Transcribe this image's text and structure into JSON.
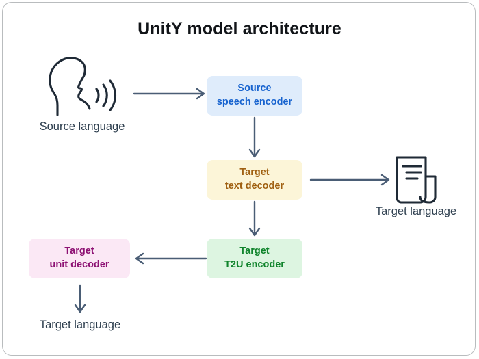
{
  "title": "UnitY model architecture",
  "nodes": {
    "source_speech_encoder": {
      "line1": "Source",
      "line2": "speech encoder",
      "color": "#1763cf",
      "fill": "#dfecfb"
    },
    "target_text_decoder": {
      "line1": "Target",
      "line2": "text decoder",
      "color": "#a06012",
      "fill": "#fcf5d8"
    },
    "target_t2u_encoder": {
      "line1": "Target",
      "line2": "T2U encoder",
      "color": "#10842c",
      "fill": "#ddf5e1"
    },
    "target_unit_decoder": {
      "line1": "Target",
      "line2": "unit decoder",
      "color": "#8d1173",
      "fill": "#fbe8f5"
    }
  },
  "captions": {
    "source_language": "Source language",
    "target_language_text": "Target language",
    "target_language_speech": "Target language"
  },
  "icons": {
    "speaking_head": "speaking-head-icon",
    "document": "document-icon"
  },
  "colors": {
    "arrow": "#4a5d75",
    "caption_text": "#2d3e4e",
    "title_text": "#111418",
    "card_border": "#b9bcbe",
    "icon_stroke": "#1f2a36",
    "background": "#ffffff"
  }
}
